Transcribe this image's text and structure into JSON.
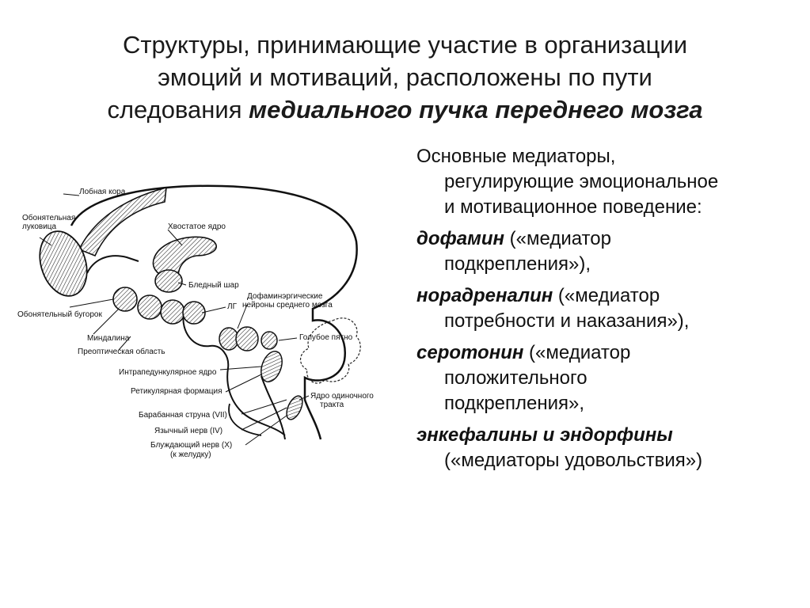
{
  "title": {
    "line1": "Структуры, принимающие участие в организации",
    "line2": "эмоций и мотиваций, расположены по пути",
    "line3_plain": "следования ",
    "line3_bold": "медиального пучка переднего мозга"
  },
  "diagram": {
    "labels": {
      "frontal_cortex": "Лобная кора",
      "olfactory_bulb_1": "Обонятельная",
      "olfactory_bulb_2": "луковица",
      "caudate_nucleus": "Хвостатое ядро",
      "globus_pallidus": "Бледный шар",
      "olfactory_tubercle": "Обонятельный бугорок",
      "amygdala": "Миндалина",
      "preoptic_area": "Преоптическая область",
      "lh": "ЛГ",
      "dopamine_1": "Дофаминэргические",
      "dopamine_2": "нейроны среднего мозга",
      "locus_coeruleus": "Голубое пятно",
      "interpeduncular": "Интрапедункулярное ядро",
      "reticular": "Ретикулярная формация",
      "solitary_1": "Ядро одиночного",
      "solitary_2": "тракта",
      "chorda": "Барабанная струна (VII)",
      "lingual": "Язычный нерв (IV)",
      "vagus_1": "Блуждающий нерв (X)",
      "vagus_2": "(к желудку)"
    }
  },
  "mediators": {
    "intro_1": "Основные медиаторы,",
    "intro_2": "регулирующие эмоциональное",
    "intro_3": "и мотивационное поведение:",
    "dopamine_name": "дофамин",
    "dopamine_desc_1": " («медиатор",
    "dopamine_desc_2": "подкрепления»),",
    "noradrenaline_name": "норадреналин",
    "noradrenaline_desc_1": " («медиатор",
    "noradrenaline_desc_2": "потребности и наказания»),",
    "serotonin_name": "серотонин",
    "serotonin_desc_1": " («медиатор",
    "serotonin_desc_2": "положительного",
    "serotonin_desc_3": "подкрепления»,",
    "enkephalins_name": "энкефалины и эндорфины",
    "enkephalins_desc": "(«медиаторы удовольствия»)"
  }
}
